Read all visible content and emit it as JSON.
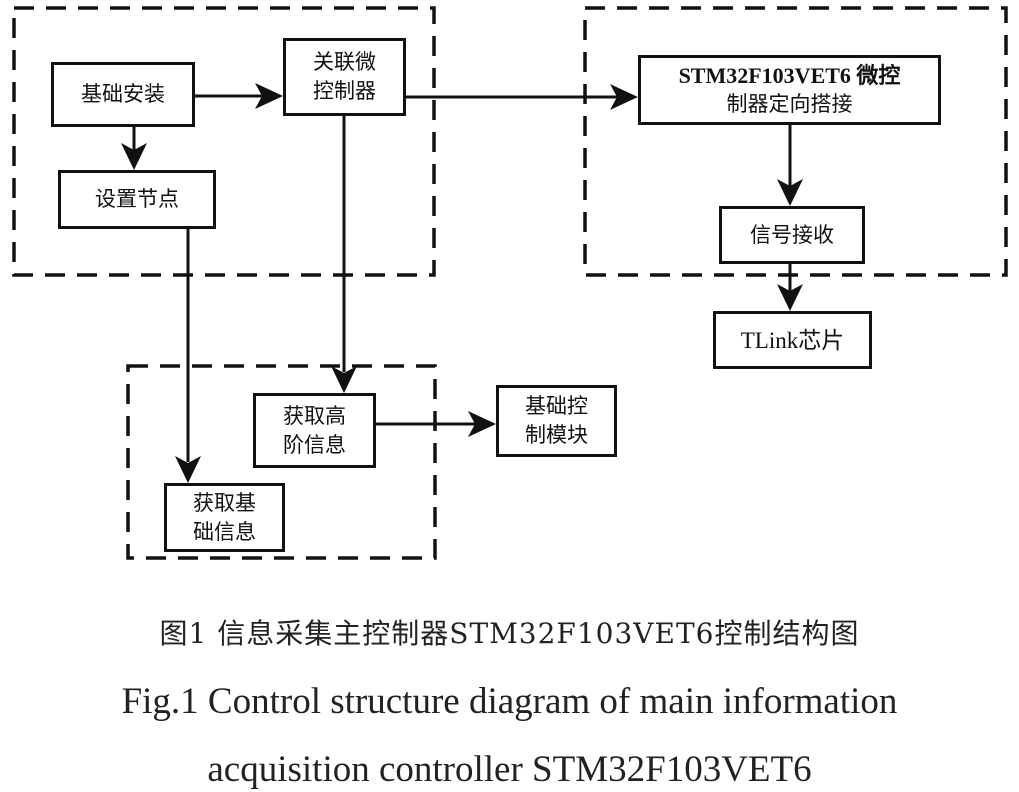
{
  "diagram": {
    "groups": [
      {
        "id": "group-installation",
        "style": "dashed"
      },
      {
        "id": "group-stm32",
        "style": "dashed"
      },
      {
        "id": "group-acquisition",
        "style": "dashed"
      }
    ],
    "nodes": {
      "basic_install": {
        "lines": [
          "基础安装"
        ]
      },
      "set_nodes": {
        "lines": [
          "设置节点"
        ]
      },
      "assoc_mcu": {
        "lines": [
          "关联微",
          "控制器"
        ]
      },
      "stm32_mcu": {
        "lines": [
          "STM32F103VET6 微控",
          "制器定向搭接"
        ]
      },
      "signal_receive": {
        "lines": [
          "信号接收"
        ]
      },
      "tlink_chip": {
        "lines": [
          "TLink芯片"
        ]
      },
      "get_high_info": {
        "lines": [
          "获取高",
          "阶信息"
        ]
      },
      "basic_control": {
        "lines": [
          "基础控",
          "制模块"
        ]
      },
      "get_basic_info": {
        "lines": [
          "获取基",
          "础信息"
        ]
      }
    },
    "edges": [
      {
        "from": "基础安装",
        "to": "关联微控制器"
      },
      {
        "from": "基础安装",
        "to": "设置节点"
      },
      {
        "from": "关联微控制器",
        "to": "STM32F103VET6 微控制器定向搭接"
      },
      {
        "from": "关联微控制器",
        "to": "获取高阶信息"
      },
      {
        "from": "设置节点",
        "to": "获取基础信息"
      },
      {
        "from": "STM32F103VET6 微控制器定向搭接",
        "to": "信号接收"
      },
      {
        "from": "信号接收",
        "to": "TLink芯片"
      },
      {
        "from": "获取高阶信息",
        "to": "基础控制模块"
      }
    ]
  },
  "caption": {
    "cn": "图1 信息采集主控制器STM32F103VET6控制结构图",
    "en_line1": "Fig.1  Control structure diagram of main information",
    "en_line2": "acquisition controller STM32F103VET6"
  }
}
